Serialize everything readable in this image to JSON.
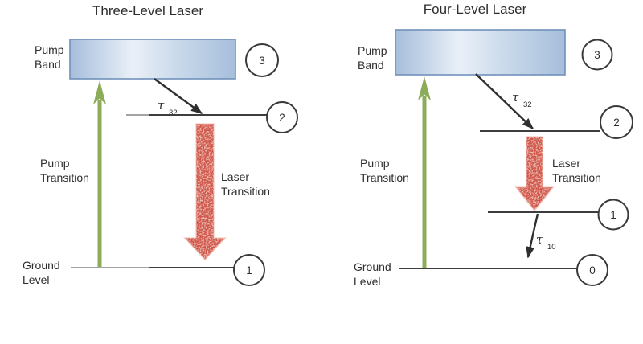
{
  "figure": {
    "left": {
      "title": "Three-Level Laser",
      "pump_band_label": [
        "Pump",
        "Band"
      ],
      "pump_transition_label": [
        "Pump",
        "Transition"
      ],
      "laser_transition_label": [
        "Laser",
        "Transition"
      ],
      "ground_label": [
        "Ground",
        "Level"
      ],
      "tau_32": {
        "symbol": "τ",
        "sub": "32"
      },
      "level_numbers": {
        "band": "3",
        "upper": "2",
        "ground": "1"
      }
    },
    "right": {
      "title": "Four-Level Laser",
      "pump_band_label": [
        "Pump",
        "Band"
      ],
      "pump_transition_label": [
        "Pump",
        "Transition"
      ],
      "laser_transition_label": [
        "Laser",
        "Transition"
      ],
      "ground_label": [
        "Ground",
        "Level"
      ],
      "tau_32": {
        "symbol": "τ",
        "sub": "32"
      },
      "tau_10": {
        "symbol": "τ",
        "sub": "10"
      },
      "level_numbers": {
        "band": "3",
        "upper": "2",
        "lower": "1",
        "ground": "0"
      }
    },
    "colors": {
      "pump_arrow_green": "#8cac5a",
      "laser_arrow_red": "#d2574a",
      "band_fill_dark": "#a6bedb",
      "band_fill_light": "#eaf0f8",
      "band_fill_mid": "#cddcec",
      "band_border": "#7191bb",
      "line": "#3d3d3d",
      "text": "#2e2e2e"
    }
  }
}
